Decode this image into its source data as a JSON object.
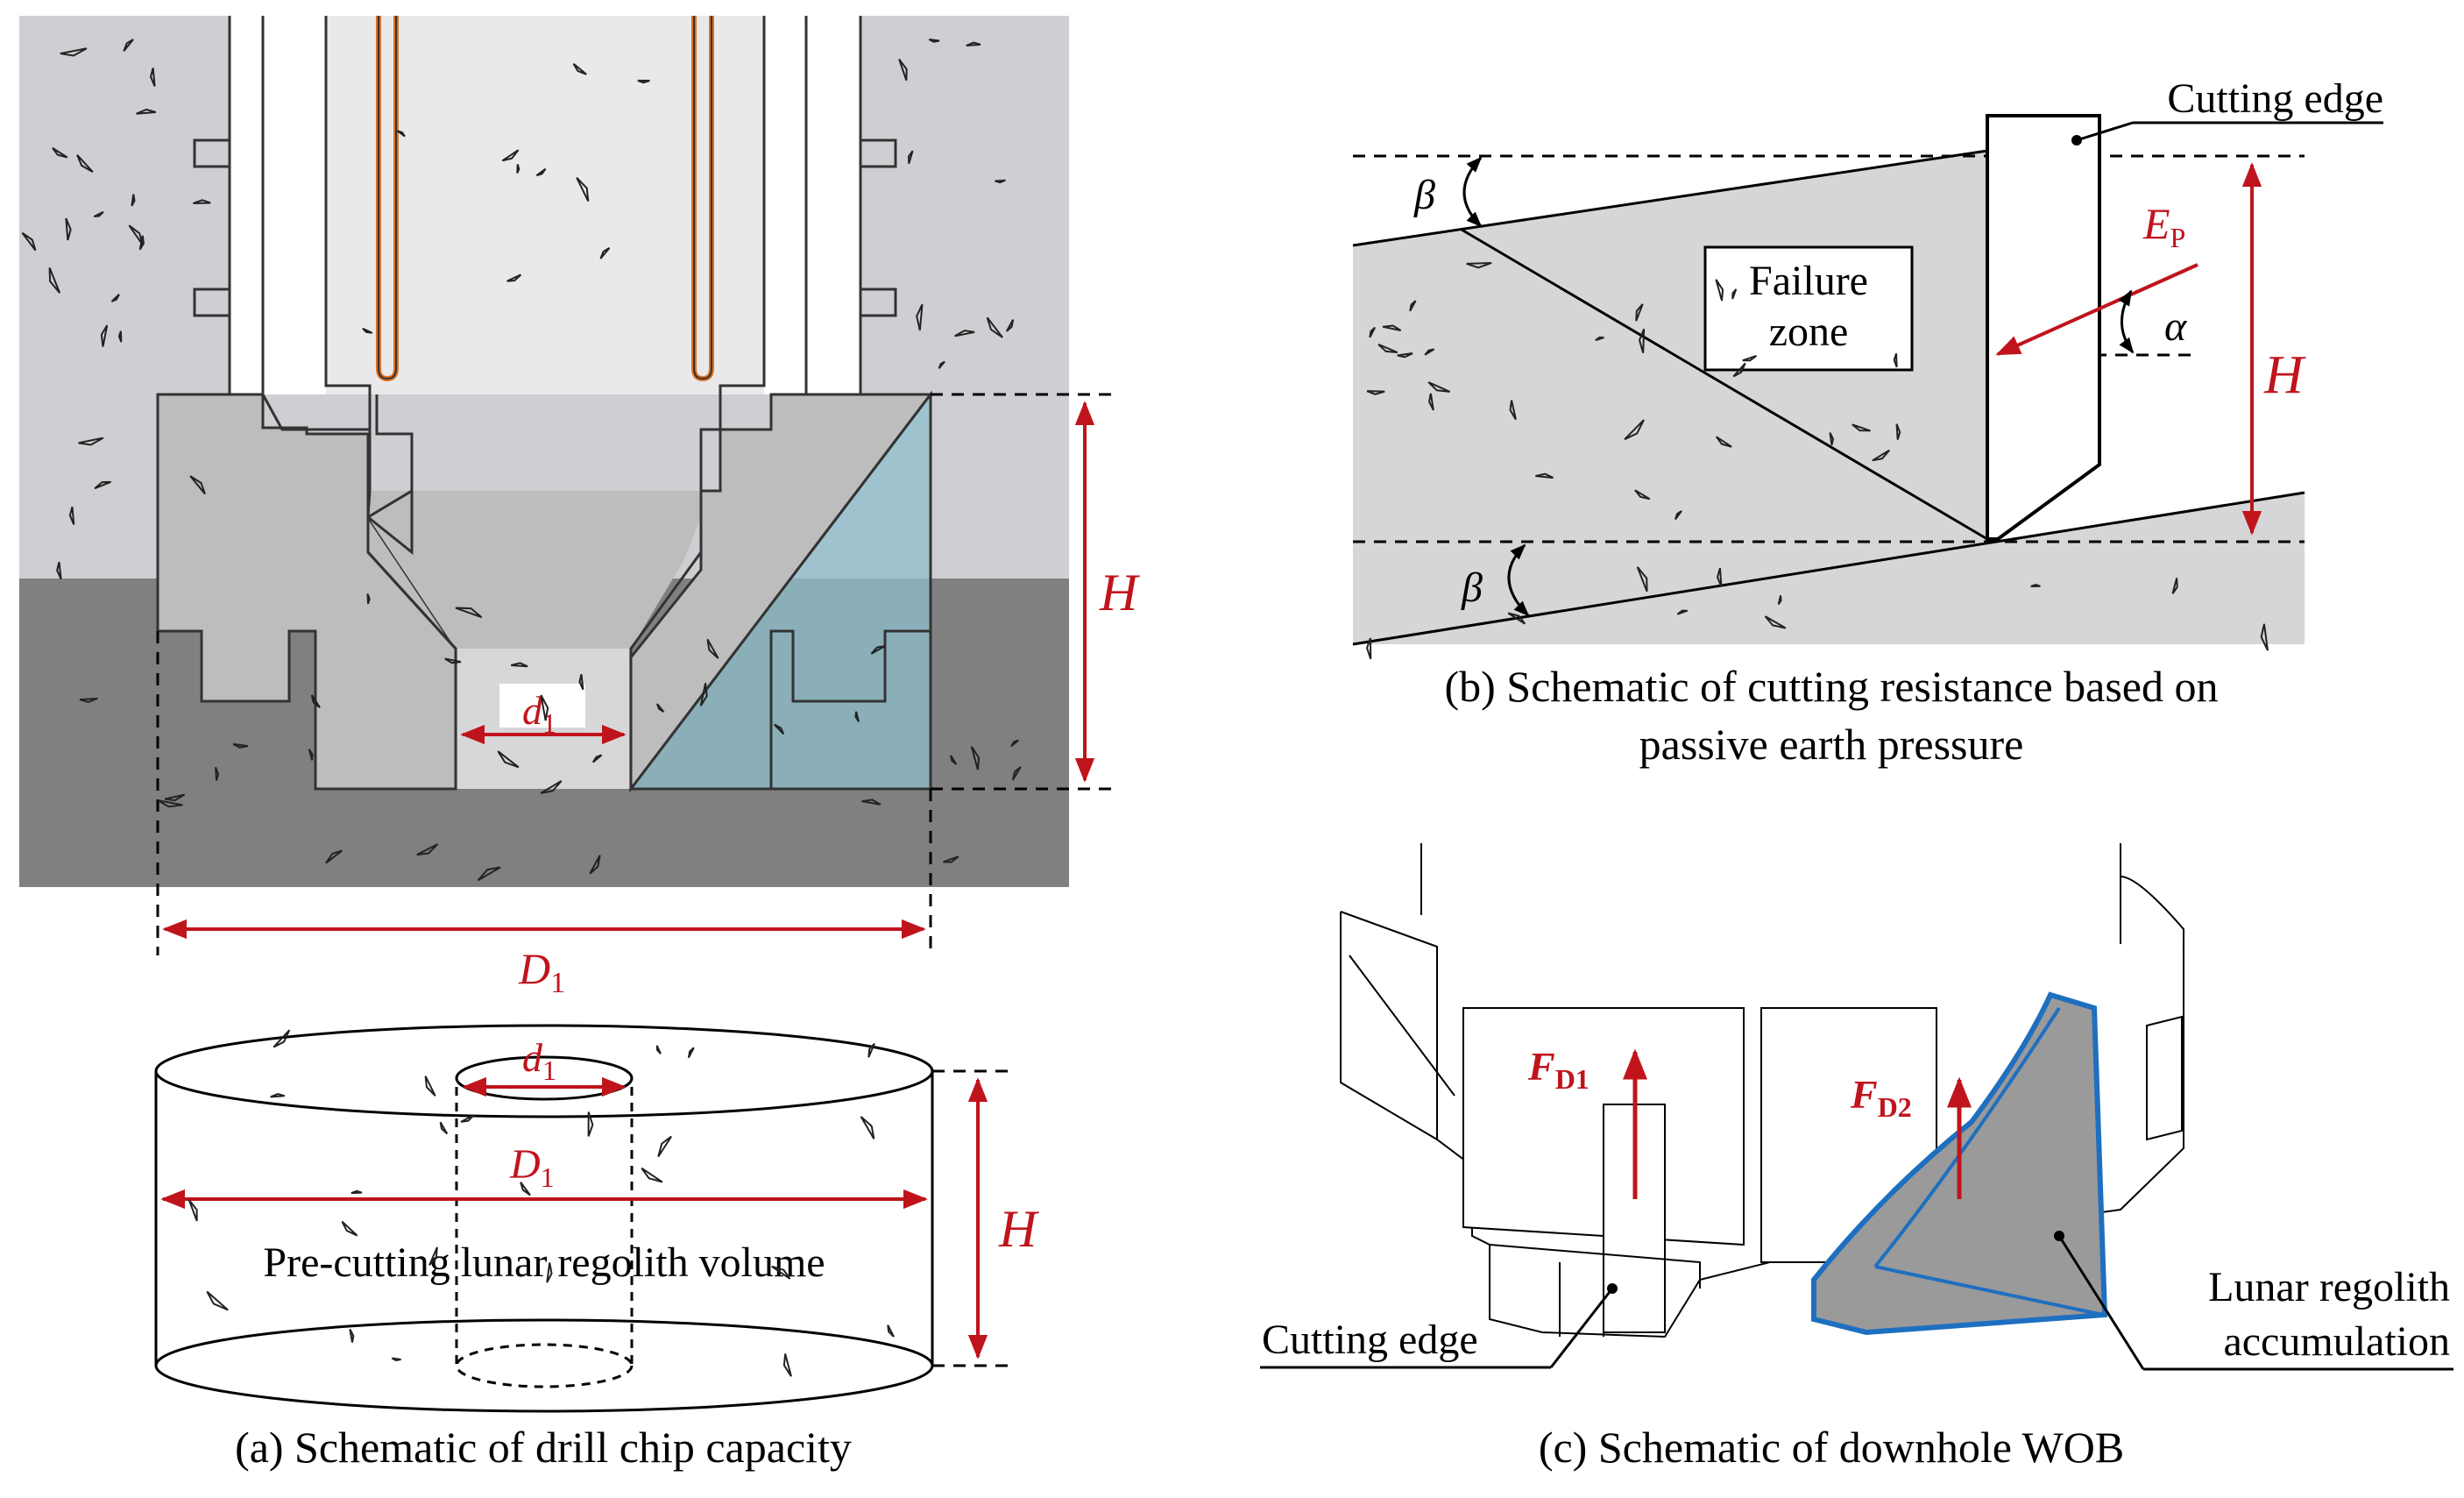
{
  "panel_a": {
    "caption": "(a)  Schematic of drill chip capacity",
    "label_d1": "d",
    "label_d1_sub": "1",
    "label_D1": "D",
    "label_D1_sub": "1",
    "label_H": "H",
    "cyl_d1": "d",
    "cyl_d1_sub": "1",
    "cyl_D1": "D",
    "cyl_D1_sub": "1",
    "cyl_H": "H",
    "cyl_text": "Pre-cutting lunar regolith volume"
  },
  "panel_b": {
    "caption_line1": "(b)  Schematic of cutting resistance based on",
    "caption_line2": "passive earth pressure",
    "cutting_edge": "Cutting edge",
    "failure_line1": "Failure",
    "failure_line2": "zone",
    "beta_top": "β",
    "beta_bottom": "β",
    "alpha": "α",
    "Ep": "E",
    "Ep_sub": "P",
    "H": "H"
  },
  "panel_c": {
    "caption": "(c)  Schematic of downhole WOB",
    "FD1": "F",
    "FD1_sub": "D1",
    "FD2": "F",
    "FD2_sub": "D2",
    "cutting_edge": "Cutting edge",
    "lunar_line1": "Lunar regolith",
    "lunar_line2": "accumulation"
  },
  "colors": {
    "annotation_red": "#c0141c",
    "regolith_light": "#cfcfd3",
    "regolith_dark": "#808080",
    "drill_body": "#bdbdbd",
    "chip_blue": "#8fbfcc",
    "accum_edge": "#1f6fc0",
    "accum_fill": "#9a9a9a",
    "heating_orange": "#e07020"
  }
}
